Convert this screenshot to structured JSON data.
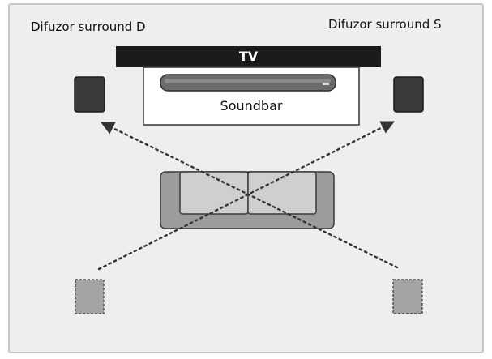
{
  "labels": {
    "surround_left": "Difuzor surround D",
    "surround_right": "Difuzor surround S",
    "tv": "TV",
    "soundbar": "Soundbar"
  },
  "colors": {
    "room_background": "#eeeeee",
    "room_border": "#c8c8c8",
    "tv_bar": "#1b1b1b",
    "speaker_active": "#3a3a3a",
    "speaker_previous": "#a3a3a3",
    "sofa_fill": "#9c9c9c",
    "sofa_cushion": "#cfcfcf",
    "dotted_line": "#333333"
  },
  "icons": {
    "speakers": "speaker-box-icon",
    "soundbar": "soundbar-icon",
    "sofa": "sofa-icon",
    "arrows": "dotted-arrow-icon"
  }
}
